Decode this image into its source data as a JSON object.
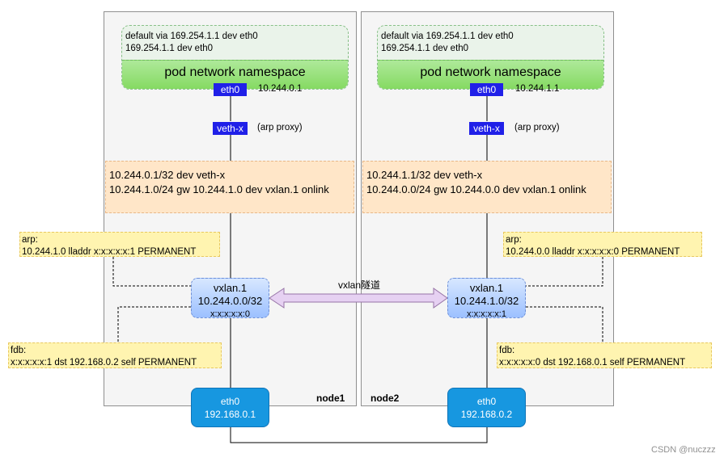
{
  "node1": {
    "name": "node1",
    "routes": [
      "default via 169.254.1.1 dev eth0",
      "169.254.1.1 dev eth0"
    ],
    "pod_ns": "pod network namespace",
    "pod_eth": "eth0",
    "pod_ip": "10.244.0.1",
    "veth": "veth-x",
    "arp_proxy": "(arp proxy)",
    "host_routes": [
      "10.244.0.1/32 dev veth-x",
      "10.244.1.0/24 gw 10.244.1.0 dev vxlan.1 onlink"
    ],
    "arp_label": "arp:",
    "arp_entry": "10.244.1.0 lladdr x:x:x:x:x:1 PERMANENT",
    "vxlan_name": "vxlan.1",
    "vxlan_ip": "10.244.0.0/32",
    "vxlan_mac": "x:x:x:x:x:0",
    "fdb_label": "fdb:",
    "fdb_entry": "x:x:x:x:x:1 dst 192.168.0.2 self PERMANENT",
    "eth_name": "eth0",
    "eth_ip": "192.168.0.1"
  },
  "node2": {
    "name": "node2",
    "routes": [
      "default via 169.254.1.1 dev eth0",
      "169.254.1.1 dev eth0"
    ],
    "pod_ns": "pod network namespace",
    "pod_eth": "eth0",
    "pod_ip": "10.244.1.1",
    "veth": "veth-x",
    "arp_proxy": "(arp proxy)",
    "host_routes": [
      "10.244.1.1/32 dev veth-x",
      "10.244.0.0/24 gw 10.244.0.0 dev vxlan.1 onlink"
    ],
    "arp_label": "arp:",
    "arp_entry": "10.244.0.0 lladdr x:x:x:x:x:0 PERMANENT",
    "vxlan_name": "vxlan.1",
    "vxlan_ip": "10.244.1.0/32",
    "vxlan_mac": "x:x:x:x:x:1",
    "fdb_label": "fdb:",
    "fdb_entry": "x:x:x:x:x:0 dst 192.168.0.1 self PERMANENT",
    "eth_name": "eth0",
    "eth_ip": "192.168.0.2"
  },
  "tunnel_label": "vxlan隧道",
  "watermark": "CSDN @nuczzz"
}
